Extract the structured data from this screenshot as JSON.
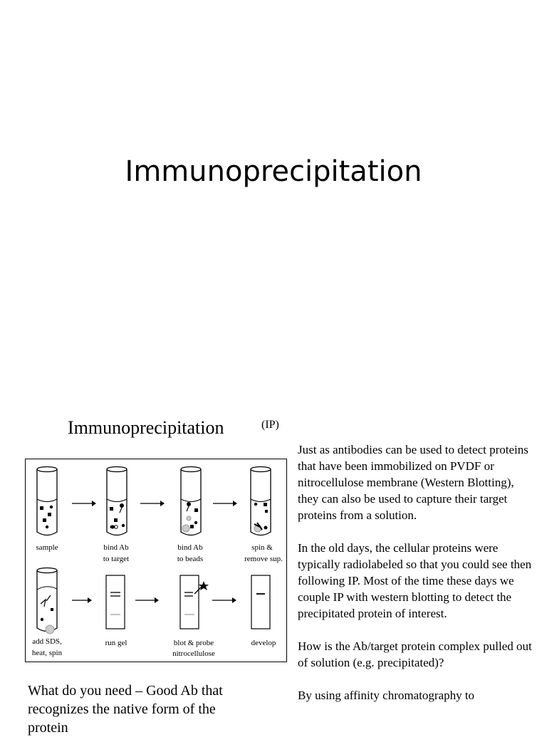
{
  "slide": {
    "title": "Immunoprecipitation"
  },
  "figure": {
    "title": "Immunoprecipitation",
    "superscript": "(IP)",
    "row1": [
      {
        "line1": "sample",
        "line2": ""
      },
      {
        "line1": "bind Ab",
        "line2": "to target"
      },
      {
        "line1": "bind Ab",
        "line2": "to beads"
      },
      {
        "line1": "spin &",
        "line2": "remove sup."
      }
    ],
    "row2": [
      {
        "line1": "add SDS,",
        "line2": "heat, spin"
      },
      {
        "line1": "run gel",
        "line2": ""
      },
      {
        "line1": "blot & probe",
        "line2": "nitrocellulose"
      },
      {
        "line1": "develop",
        "line2": ""
      }
    ]
  },
  "right_text": {
    "p1": "Just as antibodies can be used to detect proteins that have been immobilized on PVDF or nitrocellulose membrane (Western Blotting), they can also be used to capture their target proteins from a solution.",
    "p2": "In the old days, the cellular proteins were typically radiolabeled so that you could see then following IP.  Most of the time these days we couple IP with western blotting to detect the precipitated protein of interest.",
    "p3": "How is the Ab/target protein complex pulled out of solution (e.g. precipitated)?",
    "p4": "By using affinity chromatography to"
  },
  "left_text": {
    "p1": "What do you need – Good Ab that recognizes the native form of the protein"
  }
}
